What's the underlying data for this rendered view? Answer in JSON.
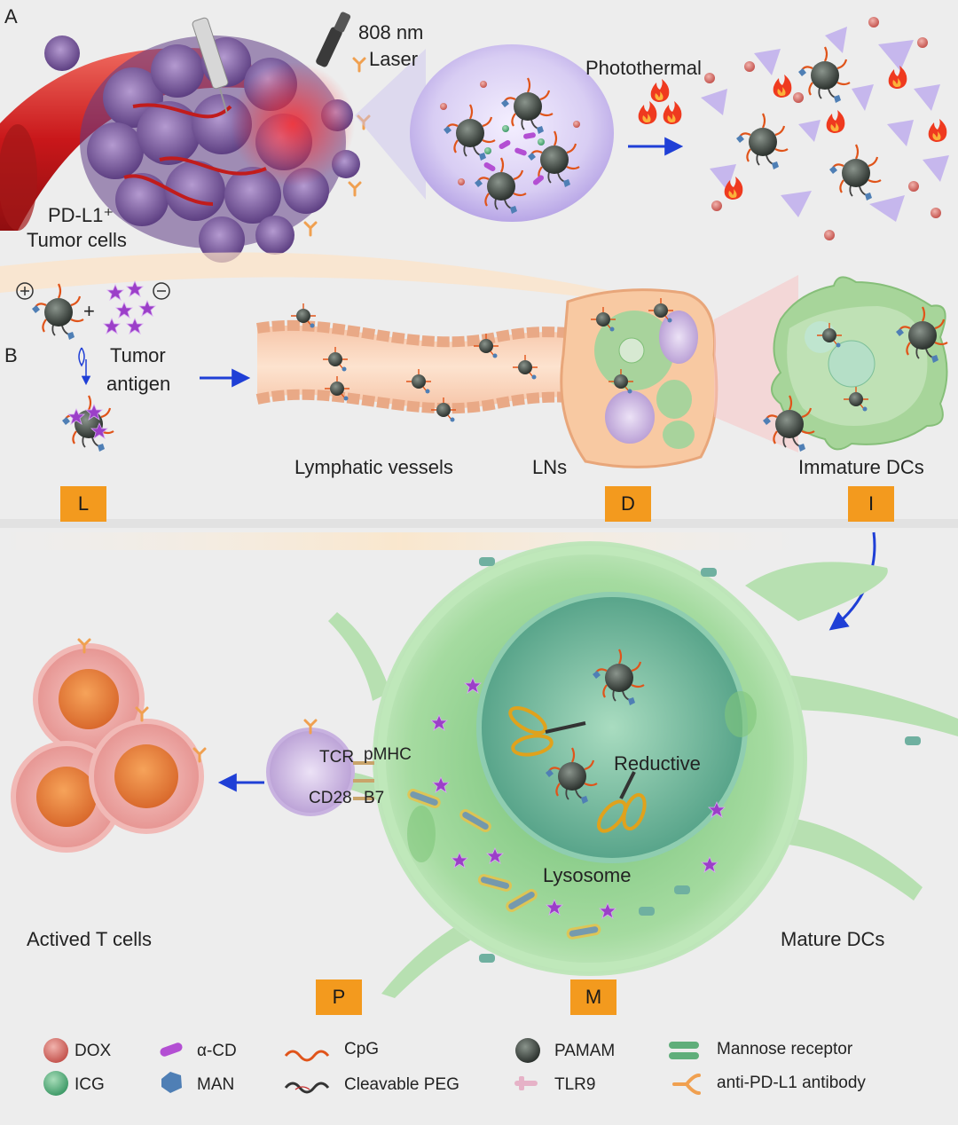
{
  "panels": {
    "a": "A",
    "b": "B"
  },
  "labels": {
    "laser": [
      "808 nm",
      "Laser"
    ],
    "tumor": [
      "PD-L1⁺",
      "Tumor cells"
    ],
    "photothermal": "Photothermal",
    "antigen": [
      "Tumor",
      "antigen"
    ],
    "plus": "+",
    "lymphatic": "Lymphatic vessels",
    "lns": "LNs",
    "immature": "Immature DCs",
    "mature": "Mature DCs",
    "tcells": "Actived T cells",
    "reductive": "Reductive",
    "lysosome": "Lysosome",
    "tcr": "TCR",
    "pmhc": "pMHC",
    "cd28": "CD28",
    "b7": "B7"
  },
  "tags": {
    "l": "L",
    "d": "D",
    "i": "I",
    "p": "P",
    "m": "M"
  },
  "legend": [
    {
      "icon": "dox-icon",
      "label": "DOX"
    },
    {
      "icon": "alpha-cd-icon",
      "label": "α-CD"
    },
    {
      "icon": "cpg-icon",
      "label": "CpG"
    },
    {
      "icon": "pamam-icon",
      "label": "PAMAM"
    },
    {
      "icon": "mannose-receptor-icon",
      "label": "Mannose receptor"
    },
    {
      "icon": "icg-icon",
      "label": "ICG"
    },
    {
      "icon": "man-icon",
      "label": "MAN"
    },
    {
      "icon": "cleavable-peg-icon",
      "label": "Cleavable PEG"
    },
    {
      "icon": "tlr9-icon",
      "label": "TLR9"
    },
    {
      "icon": "anti-pd-l1-antibody-icon",
      "label": "anti-PD-L1 antibody"
    }
  ],
  "colors": {
    "tag": "#f39a1e",
    "arrow": "#1f3fd6",
    "dc_green": "#9fd49a",
    "tumor_purple": "#8b6aa8",
    "vessel": "#d8261c"
  }
}
